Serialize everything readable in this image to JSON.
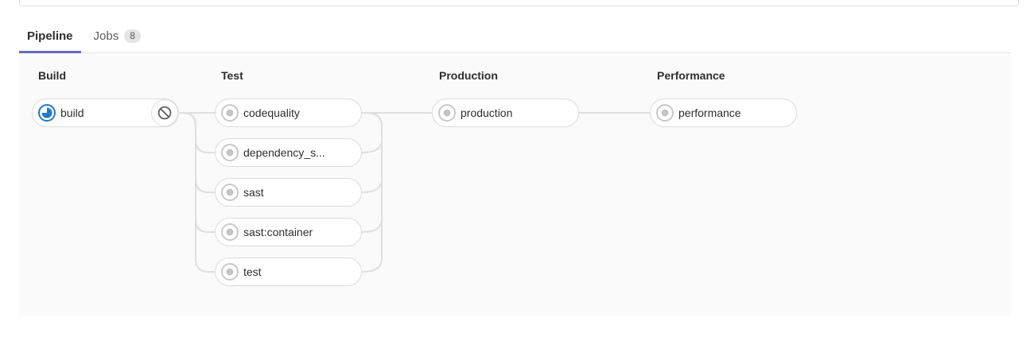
{
  "tabs": {
    "pipeline_label": "Pipeline",
    "jobs_label": "Jobs",
    "jobs_count": "8"
  },
  "stages": [
    {
      "title": "Build",
      "jobs": [
        {
          "name": "build",
          "status": "running",
          "action": "cancel"
        }
      ]
    },
    {
      "title": "Test",
      "jobs": [
        {
          "name": "codequality",
          "status": "created"
        },
        {
          "name": "dependency_s...",
          "status": "created"
        },
        {
          "name": "sast",
          "status": "created"
        },
        {
          "name": "sast:container",
          "status": "created"
        },
        {
          "name": "test",
          "status": "created"
        }
      ]
    },
    {
      "title": "Production",
      "jobs": [
        {
          "name": "production",
          "status": "created"
        }
      ]
    },
    {
      "title": "Performance",
      "jobs": [
        {
          "name": "performance",
          "status": "created"
        }
      ]
    }
  ],
  "icons": {
    "running": "status-running-icon",
    "created": "status-created-icon",
    "cancel": "cancel-ban-icon"
  },
  "colors": {
    "accent_purple": "#6666c4",
    "running_blue": "#1f78d1",
    "created_gray": "#c4c4c4",
    "connector_gray": "#dfdfdf",
    "panel_bg": "#fafafa"
  }
}
